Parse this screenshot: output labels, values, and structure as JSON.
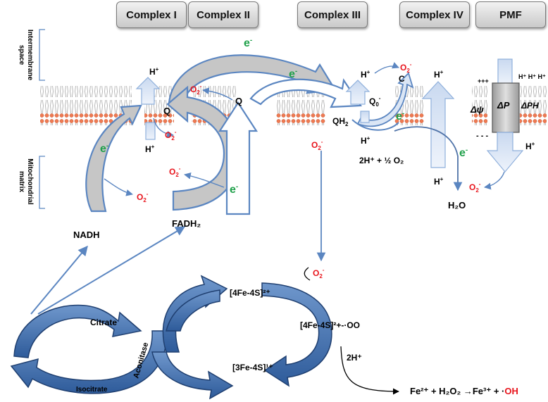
{
  "headers": [
    "Complex I",
    "Complex II",
    "Complex III",
    "Complex IV",
    "PMF"
  ],
  "regions": {
    "intermembrane": "Intermembrane space",
    "matrix": "Mitochondrial matrix"
  },
  "electron": "e",
  "superoxide": {
    "base": "O",
    "sub": "2",
    "sup": "-"
  },
  "proton": {
    "base": "H",
    "sup": "+"
  },
  "q_labels": {
    "q": "Q",
    "qo": "Q",
    "qo_sub": "0",
    "qo_sup": "-",
    "qh2": "QH",
    "qh2_sub": "2",
    "c": "C"
  },
  "substrates": {
    "nadh": "NADH",
    "fadh2": "FADH₂"
  },
  "complex4": {
    "reaction": "2H⁺ + ½ O₂",
    "product": "H₂O"
  },
  "pmf": {
    "plus": "+++",
    "minus": "- - -",
    "psi": "Δψ",
    "dp": "ΔP",
    "dph": "ΔPH",
    "hhh": "H⁺ H⁺ H⁺"
  },
  "tca": {
    "citrate": "Citrate",
    "aconitase": "Aconitase",
    "isocitrate": "Isocitrate"
  },
  "clusters": {
    "fe4s_2plus": "[4Fe-4S]²⁺",
    "fe4s_oo": "[4Fe-4S]²+-·OO",
    "fe3s_1plus": "[3Fe-4S]¹⁺",
    "two_h": "2H⁺"
  },
  "fenton": {
    "left": "Fe²⁺ + H₂O₂ →Fe³⁺ + ·",
    "oh": "OH"
  },
  "colors": {
    "arrow_blue": "#5b86c1",
    "fill_light": "#dbe6f5",
    "grey": "#c6c6c6",
    "red": "#e8141c",
    "green": "#1fa04a",
    "navy": "#1f3f70",
    "cycle_blue": "#4a78b5"
  }
}
